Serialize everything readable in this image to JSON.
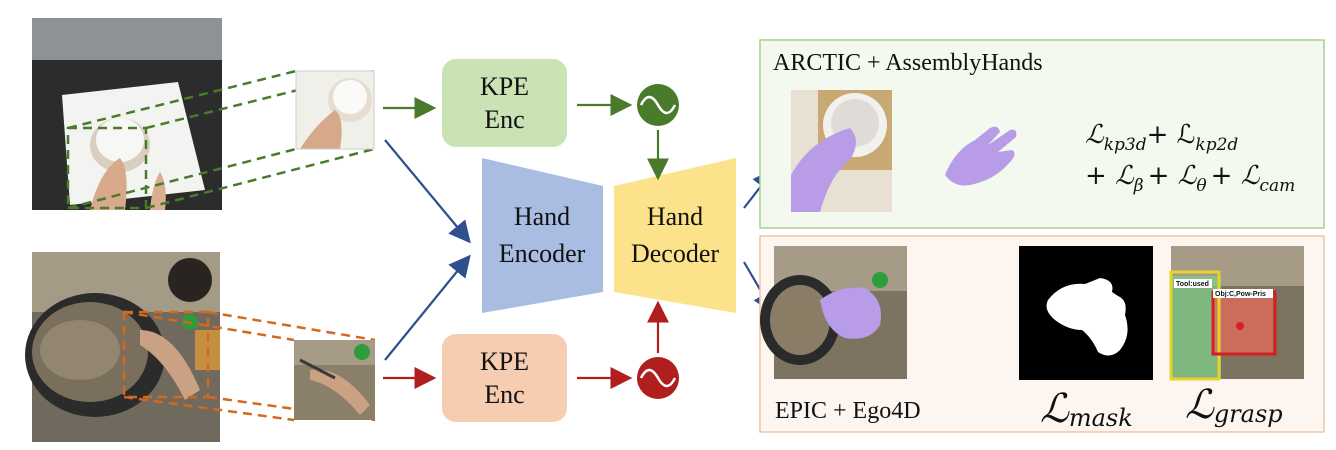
{
  "diagram": {
    "kpe_top": {
      "line1": "KPE",
      "line2": "Enc"
    },
    "kpe_bottom": {
      "line1": "KPE",
      "line2": "Enc"
    },
    "hand_encoder": {
      "line1": "Hand",
      "line2": "Encoder"
    },
    "hand_decoder": {
      "line1": "Hand",
      "line2": "Decoder"
    },
    "top_panel": {
      "title": "ARCTIC + AssemblyHands",
      "loss_line1": "ℒ",
      "loss_line1_sub1": "kp3d",
      "loss_line1_plus": "+ ℒ",
      "loss_line1_sub2": "kp2d",
      "loss_line2_a": "+ ℒ",
      "loss_line2_sub_a": "β",
      "loss_line2_b": "+ ℒ",
      "loss_line2_sub_b": "θ",
      "loss_line2_c": "+ ℒ",
      "loss_line2_sub_c": "cam"
    },
    "bottom_panel": {
      "title": "EPIC + Ego4D",
      "mask_loss": "ℒ",
      "mask_sub": "mask",
      "grasp_loss": "ℒ",
      "grasp_sub": "grasp",
      "tag_tool": "Tool:used",
      "tag_obj": "Obj:C,Pow-Pris"
    },
    "colors": {
      "green_box": "#c9e3b5",
      "green_arrow": "#4a7a2c",
      "orange_box": "#f6cdb0",
      "red_arrow": "#b01e1e",
      "blue_enc": "#a9bde3",
      "yellow_dec": "#fde28c",
      "blue_arrow": "#2f4f8f",
      "orange_dash": "#d2691e",
      "hand_purple": "#b99ce8"
    }
  }
}
